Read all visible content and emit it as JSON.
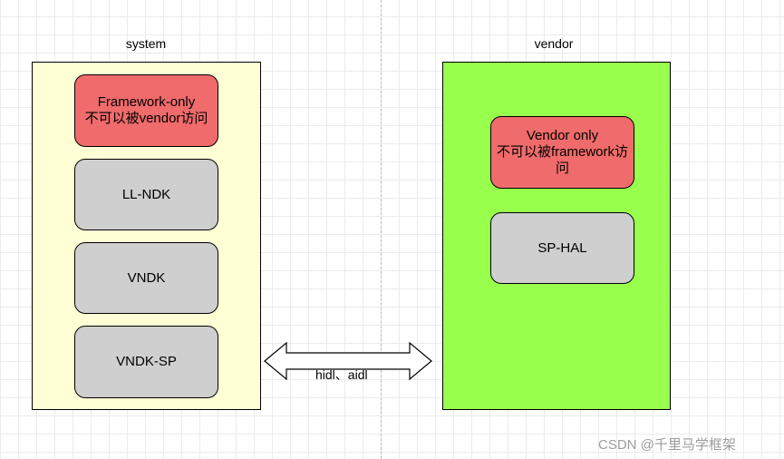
{
  "diagram": {
    "system": {
      "heading": "system",
      "background": "#ffffd6",
      "boxes": [
        {
          "line1": "Framework-only",
          "line2": "不可以被vendor访问",
          "color": "#f06b6b"
        },
        {
          "line1": "LL-NDK",
          "color": "#cfcfcf"
        },
        {
          "line1": "VNDK",
          "color": "#cfcfcf"
        },
        {
          "line1": "VNDK-SP",
          "color": "#cfcfcf"
        }
      ]
    },
    "vendor": {
      "heading": "vendor",
      "background": "#99ff4d",
      "boxes": [
        {
          "line1": "Vendor only",
          "line2": "不可以被framework访",
          "line3": "问",
          "color": "#f06b6b"
        },
        {
          "line1": "SP-HAL",
          "color": "#cfcfcf"
        }
      ]
    },
    "connector": {
      "label": "hidl、aidl"
    },
    "watermark": "CSDN @千里马学框架"
  }
}
